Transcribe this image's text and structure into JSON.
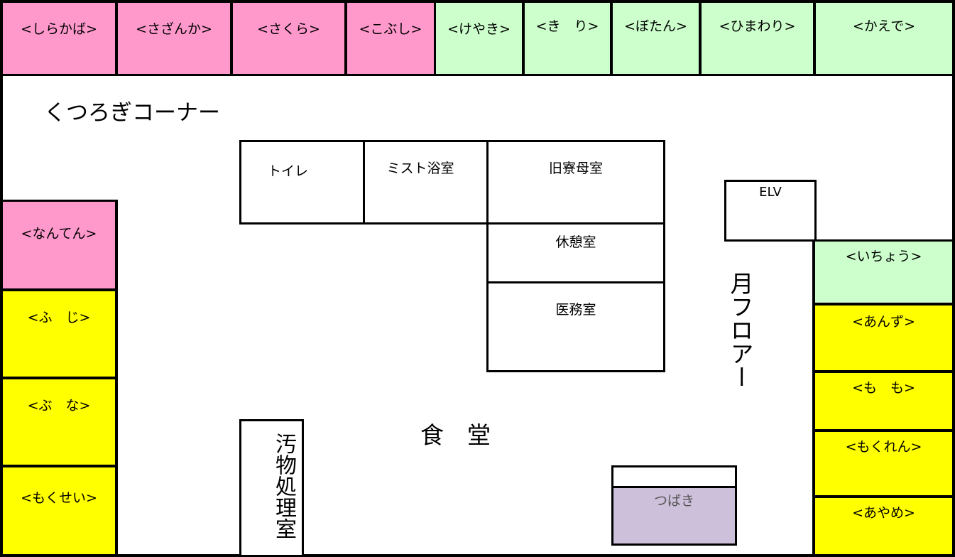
{
  "rooms_top": [
    {
      "label": "<しらかば>",
      "color": "pink"
    },
    {
      "label": "<さざんか>",
      "color": "pink"
    },
    {
      "label": "<さくら>",
      "color": "pink"
    },
    {
      "label": "<こぶし>",
      "color": "pink"
    },
    {
      "label": "<けやき>",
      "color": "green"
    },
    {
      "label": "<き　り>",
      "color": "green"
    },
    {
      "label": "<ぼたん>",
      "color": "green"
    },
    {
      "label": "<ひまわり>",
      "color": "green"
    },
    {
      "label": "<かえで>",
      "color": "green"
    }
  ],
  "rooms_left": [
    {
      "label": "<なんてん>",
      "color": "pink"
    },
    {
      "label": "<ふ　じ>",
      "color": "yellow"
    },
    {
      "label": "<ぶ　な>",
      "color": "yellow"
    },
    {
      "label": "<もくせい>",
      "color": "yellow"
    }
  ],
  "rooms_right": [
    {
      "label": "<いちょう>",
      "color": "green"
    },
    {
      "label": "<あんず>",
      "color": "yellow"
    },
    {
      "label": "<も　も>",
      "color": "yellow"
    },
    {
      "label": "<もくれん>",
      "color": "yellow"
    },
    {
      "label": "<あやめ>",
      "color": "yellow"
    }
  ],
  "areas": {
    "lounge": "くつろぎコーナー",
    "toilet": "トイレ",
    "mist_bath": "ミスト浴室",
    "old_nursery": "旧寮母室",
    "rest_room": "休憩室",
    "medical_room": "医務室",
    "elevator": "ELV",
    "floor_name": "月フロアー",
    "dining": "食　堂",
    "waste_room": "汚物処理室",
    "tsubaki": "つばき"
  },
  "colors": {
    "pink": "#ff99cc",
    "green": "#ccffcc",
    "yellow": "#ffff00",
    "purple": "#ccc0da",
    "wall": "#000000",
    "floor": "#ffffff"
  }
}
